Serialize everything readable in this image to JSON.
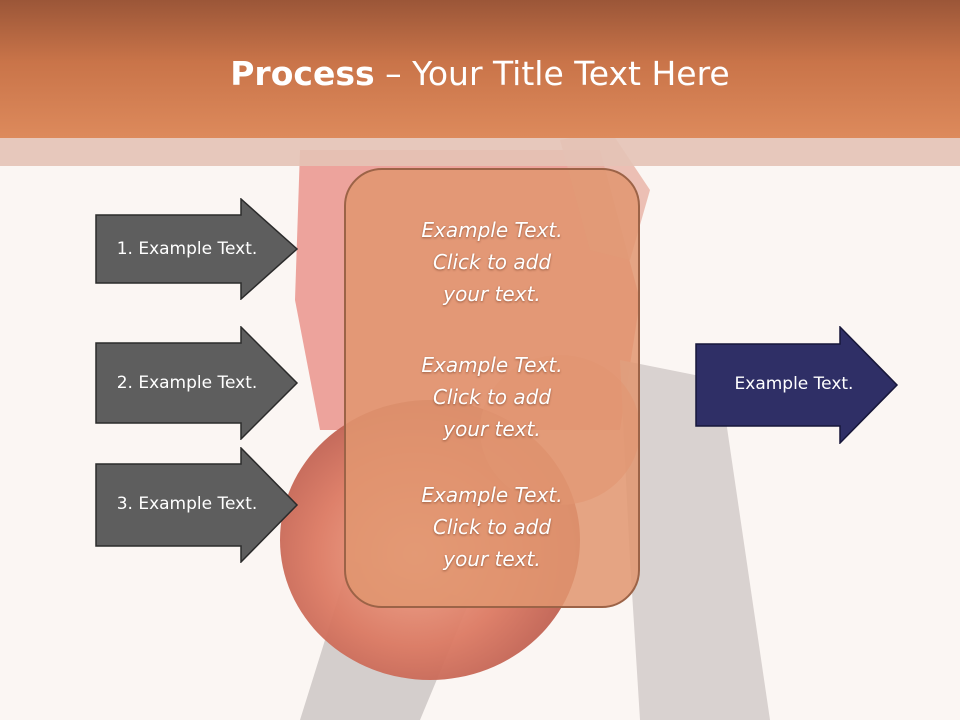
{
  "slide": {
    "title_bold": "Process",
    "title_rest": " – Your Title Text Here"
  },
  "steps": [
    {
      "label": "1. Example Text."
    },
    {
      "label": "2. Example Text."
    },
    {
      "label": "3. Example Text."
    }
  ],
  "center_panel": {
    "blocks": [
      {
        "lines": [
          "Example Text.",
          "Click  to add",
          "your text."
        ]
      },
      {
        "lines": [
          "Example Text.",
          "Click  to add",
          "your text."
        ]
      },
      {
        "lines": [
          "Example Text.",
          "Click  to add",
          "your text."
        ]
      }
    ]
  },
  "output": {
    "label": "Example Text."
  },
  "colors": {
    "step_arrow_fill": "#5e5e5e",
    "output_arrow_fill": "#2f2f66",
    "header": "#c97449",
    "panel": "#e19670"
  }
}
